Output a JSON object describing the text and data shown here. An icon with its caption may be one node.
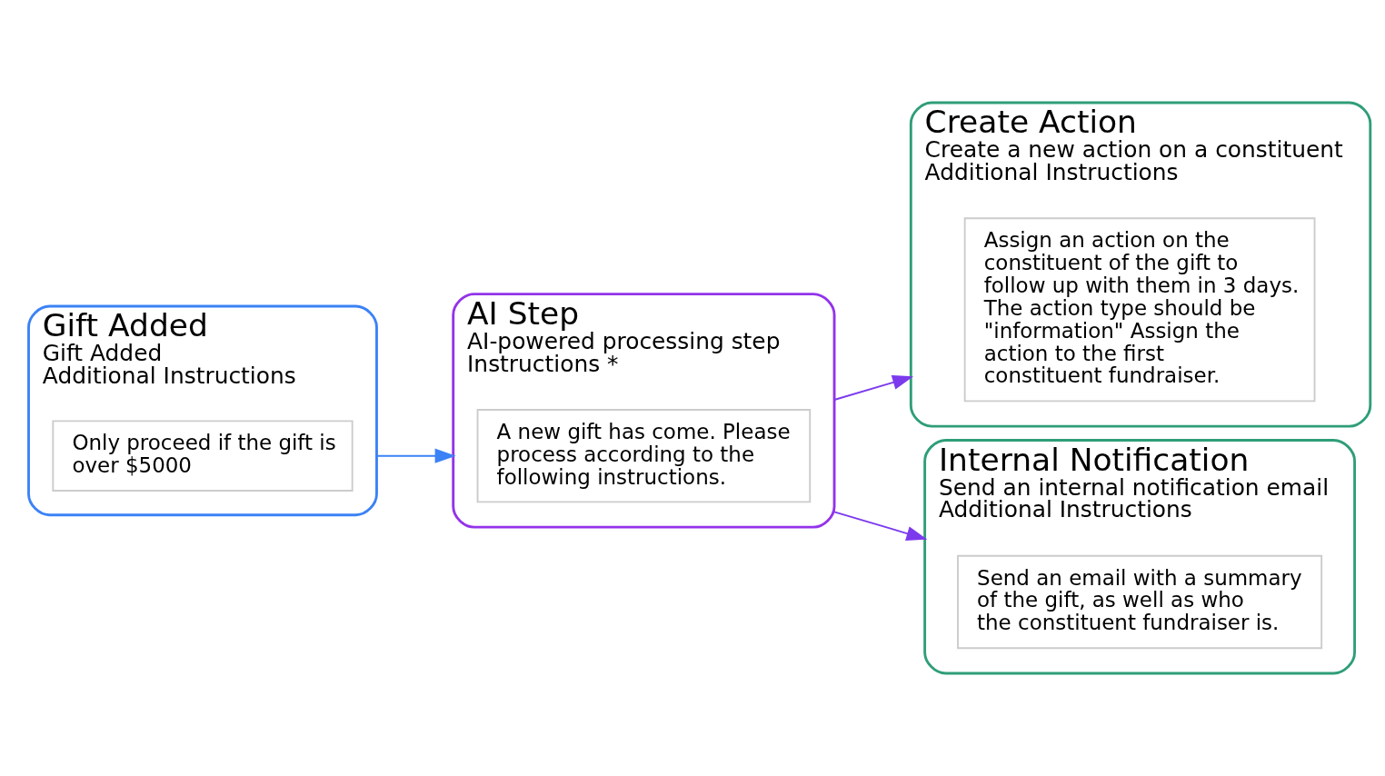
{
  "diagram": {
    "nodes": [
      {
        "text": [
          "Gift Added",
          "Gift Added",
          "Additional Instructions"
        ]
      },
      {
        "text": [
          "Only proceed if the gift is over $5000"
        ],
        "in": 0
      },
      {
        "text": [
          "AI Step",
          "AI-powered processing step",
          "Instructions *"
        ]
      },
      {
        "text": [
          "A new gift has come. Please process according to the following instructions."
        ],
        "in": 2
      },
      {
        "text": [
          "Create Action",
          "Create a new action on a constituent",
          "Additional Instructions"
        ]
      },
      {
        "text": [
          "Assign an action on the constituent of the gift to follow up with them in 3 days. The action type should be \"information\" Assign the action to the first constituent fundraiser."
        ],
        "in": 4
      },
      {
        "text": [
          "Internal Notification",
          "Send an internal notification email",
          "Additional Instructions"
        ]
      },
      {
        "text": [
          "Send an email with a summary of the gift, as well as who the constituent fundraiser is."
        ],
        "in": 6
      }
    ],
    "edges": [
      {
        "from": 0,
        "to": 2,
        "arrow": "to",
        "color": "#3b82f6"
      },
      {
        "from": 2,
        "to": 4,
        "arrow": "to"
      },
      {
        "from": 2,
        "to": 6,
        "arrow": "to"
      }
    ]
  }
}
